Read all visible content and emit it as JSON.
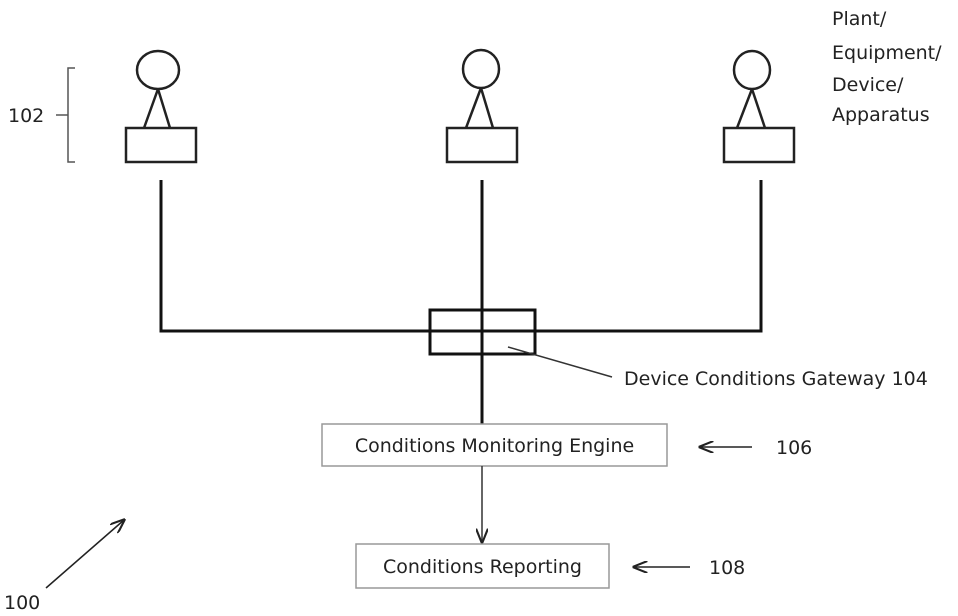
{
  "labels": {
    "group_ref": "102",
    "equipment_line1": "Plant/",
    "equipment_line2": "Equipment/",
    "equipment_line3": "Device/",
    "equipment_line4": "Apparatus",
    "gateway": "Device Conditions Gateway 104",
    "monitoring_engine": "Conditions Monitoring Engine",
    "monitoring_ref": "106",
    "reporting": "Conditions Reporting",
    "reporting_ref": "108",
    "system_ref": "100"
  }
}
